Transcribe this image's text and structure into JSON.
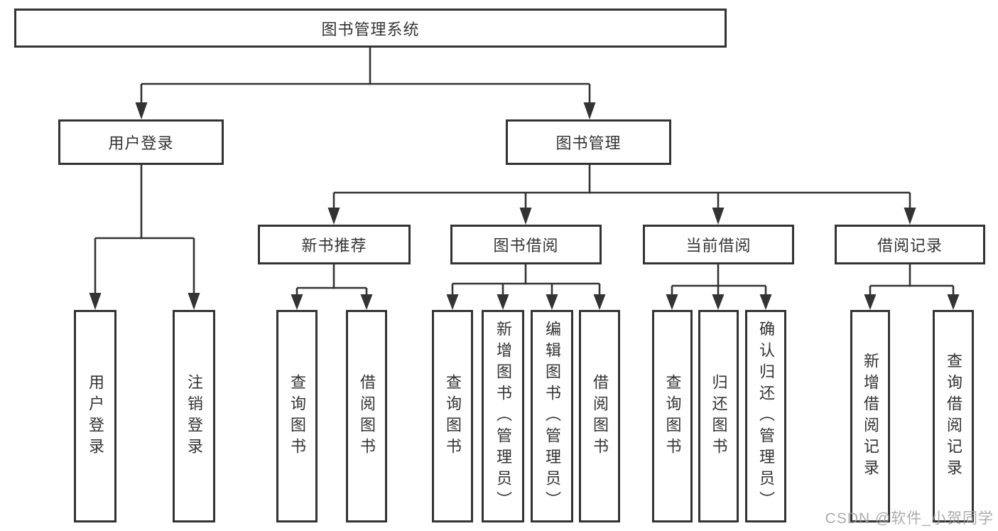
{
  "diagram": {
    "root": {
      "label": "图书管理系统"
    },
    "level2": [
      {
        "label": "用户登录"
      },
      {
        "label": "图书管理"
      }
    ],
    "level3": [
      {
        "label": "新书推荐"
      },
      {
        "label": "图书借阅"
      },
      {
        "label": "当前借阅"
      },
      {
        "label": "借阅记录"
      }
    ],
    "leaves": {
      "user_login": [
        {
          "label": "用户登录"
        },
        {
          "label": "注销登录"
        }
      ],
      "new_book": [
        {
          "label": "查询图书"
        },
        {
          "label": "借阅图书"
        }
      ],
      "book_borrow": [
        {
          "label": "查询图书"
        },
        {
          "label": "新增图书（管理员）"
        },
        {
          "label": "编辑图书（管理员）"
        },
        {
          "label": "借阅图书"
        }
      ],
      "current_borrow": [
        {
          "label": "查询图书"
        },
        {
          "label": "归还图书"
        },
        {
          "label": "确认归还（管理员）"
        }
      ],
      "borrow_records": [
        {
          "label": "新增借阅记录"
        },
        {
          "label": "查询借阅记录"
        }
      ]
    },
    "colors": {
      "border": "#333333",
      "line": "#333333",
      "text": "#333333",
      "background": "#ffffff",
      "watermark": "#9e9e9e"
    }
  },
  "watermark": {
    "text": "CSDN @软件_小贺同学"
  }
}
